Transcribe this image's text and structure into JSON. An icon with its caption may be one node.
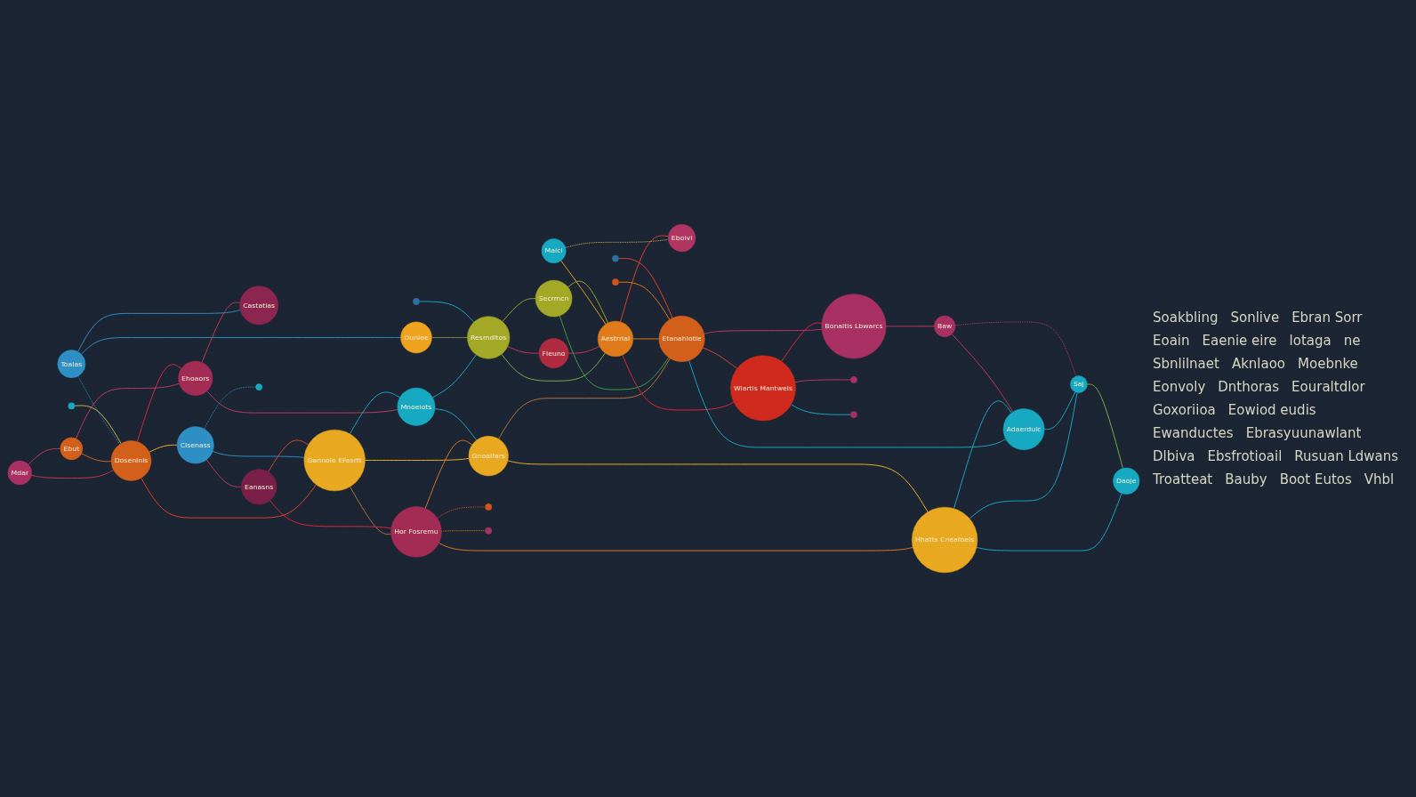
{
  "diagram": {
    "nodes": [
      {
        "text": [
          "Ebut"
        ]
      },
      {
        "text": [
          "Toalas"
        ]
      },
      {
        "text": [
          "Ouniee"
        ]
      },
      {
        "text": [
          "Maici"
        ]
      },
      {
        "text": [
          "Fleuno"
        ]
      },
      {
        "text": [
          "Resmdltos"
        ]
      },
      {
        "text": [
          "Castatias"
        ]
      },
      {
        "text": [
          "Ebolvi"
        ]
      },
      {
        "text": [
          "Dosenlnis"
        ]
      },
      {
        "text": [
          "Ehoaors"
        ]
      },
      {
        "text": [
          "Mnoeiots"
        ]
      },
      {
        "text": [
          "Secrmcn"
        ]
      },
      {
        "text": [
          "Aestrrial"
        ]
      },
      {
        "text": [
          "Gannolo EFasrtt"
        ]
      },
      {
        "text": [
          "Cisenass"
        ]
      },
      {
        "text": [
          "Gnoalfars"
        ]
      },
      {
        "text": [
          "Etanahiotie"
        ]
      },
      {
        "text": [
          "Wiartis Mantwels"
        ]
      },
      {
        "text": [
          "Eanasns"
        ]
      },
      {
        "text": [
          "Hor Fosremu"
        ]
      },
      {
        "text": [
          "Hhatts Cneafoeis"
        ]
      },
      {
        "text": [
          "Adaerdulc"
        ]
      },
      {
        "text": [
          "Bonaitis Lbwarcs"
        ]
      },
      {
        "text": [
          "Saj"
        ]
      },
      {
        "text": [
          "Baw"
        ]
      },
      {
        "text": [
          "Daoje"
        ]
      },
      {
        "text": [
          "Mdar"
        ]
      },
      {
        "text": [],
        "shape": "circle"
      },
      {
        "text": [],
        "shape": "circle"
      },
      {
        "text": [],
        "shape": "circle"
      },
      {
        "text": [],
        "shape": "circle"
      },
      {
        "text": [],
        "shape": "circle"
      },
      {
        "text": [],
        "shape": "circle"
      },
      {
        "text": [],
        "shape": "circle"
      },
      {
        "text": [],
        "shape": "circle"
      },
      {
        "text": [],
        "shape": "circle"
      }
    ],
    "edges": [
      {
        "from": 26,
        "to": 0,
        "arrow": "none",
        "color": "#c0395e"
      },
      {
        "from": 26,
        "to": 8,
        "arrow": "none",
        "color": "#c0395e"
      },
      {
        "from": 0,
        "to": 8,
        "arrow": "none",
        "color": "#d2661a"
      },
      {
        "from": 0,
        "to": 9,
        "arrow": "none",
        "color": "#c0395e"
      },
      {
        "from": 1,
        "to": 8,
        "arrow": "none",
        "style": "dashed",
        "color": "#2e8fc4"
      },
      {
        "from": 1,
        "to": 6,
        "arrow": "none",
        "color": "#2e8fc4"
      },
      {
        "from": 1,
        "to": 2,
        "arrow": "none",
        "color": "#2e8fc4"
      },
      {
        "from": 29,
        "to": 8,
        "arrow": "none",
        "color": "#d8b34a"
      },
      {
        "from": 8,
        "to": 9,
        "arrow": "none",
        "color": "#e0253a"
      },
      {
        "from": 8,
        "to": 13,
        "arrow": "none",
        "color": "#e0452a"
      },
      {
        "from": 8,
        "to": 14,
        "arrow": "none",
        "color": "#f0b020"
      },
      {
        "from": 9,
        "to": 6,
        "arrow": "none",
        "color": "#c0395e"
      },
      {
        "from": 9,
        "to": 10,
        "arrow": "none",
        "color": "#c0395e"
      },
      {
        "from": 14,
        "to": 13,
        "arrow": "none",
        "color": "#2e8fc4"
      },
      {
        "from": 14,
        "to": 18,
        "arrow": "none",
        "color": "#c0395e"
      },
      {
        "from": 14,
        "to": 31,
        "arrow": "none",
        "style": "dashed",
        "color": "#2e8fc4"
      },
      {
        "from": 13,
        "to": 10,
        "arrow": "none",
        "color": "#1aa7c4"
      },
      {
        "from": 13,
        "to": 15,
        "arrow": "none",
        "color": "#f0b020"
      },
      {
        "from": 13,
        "to": 19,
        "arrow": "none",
        "color": "#b8743a"
      },
      {
        "from": 18,
        "to": 13,
        "arrow": "none",
        "color": "#e0452a"
      },
      {
        "from": 18,
        "to": 19,
        "arrow": "none",
        "color": "#e0253a"
      },
      {
        "from": 19,
        "to": 15,
        "arrow": "none",
        "color": "#e07a1a"
      },
      {
        "from": 19,
        "to": 20,
        "arrow": "none",
        "color": "#e07a1a"
      },
      {
        "from": 19,
        "to": 32,
        "arrow": "none",
        "style": "dashed",
        "color": "#e0452a"
      },
      {
        "from": 19,
        "to": 33,
        "arrow": "none",
        "style": "dashed",
        "color": "#e07a1a"
      },
      {
        "from": 10,
        "to": 5,
        "arrow": "none",
        "color": "#1aa7c4"
      },
      {
        "from": 10,
        "to": 15,
        "arrow": "none",
        "color": "#1aa7c4"
      },
      {
        "from": 15,
        "to": 20,
        "arrow": "none",
        "color": "#f0b020"
      },
      {
        "from": 15,
        "to": 16,
        "arrow": "none",
        "color": "#b8743a"
      },
      {
        "from": 2,
        "to": 5,
        "arrow": "none",
        "color": "#8a8a3a"
      },
      {
        "from": 30,
        "to": 5,
        "arrow": "none",
        "color": "#1aa7c4"
      },
      {
        "from": 5,
        "to": 4,
        "arrow": "none",
        "color": "#c0395e"
      },
      {
        "from": 5,
        "to": 11,
        "arrow": "none",
        "color": "#9aa62a"
      },
      {
        "from": 5,
        "to": 12,
        "arrow": "none",
        "color": "#7ab04a"
      },
      {
        "from": 4,
        "to": 12,
        "arrow": "none",
        "color": "#c0395e"
      },
      {
        "from": 3,
        "to": 12,
        "arrow": "none",
        "color": "#f0a020"
      },
      {
        "from": 3,
        "to": 7,
        "arrow": "none",
        "style": "dashed",
        "color": "#d8b34a"
      },
      {
        "from": 11,
        "to": 16,
        "arrow": "none",
        "color": "#3aa04a"
      },
      {
        "from": 11,
        "to": 12,
        "arrow": "none",
        "color": "#9aa62a"
      },
      {
        "from": 12,
        "to": 16,
        "arrow": "none",
        "color": "#e07a1a"
      },
      {
        "from": 12,
        "to": 7,
        "arrow": "none",
        "color": "#e0452a"
      },
      {
        "from": 12,
        "to": 17,
        "arrow": "none",
        "color": "#e0253a"
      },
      {
        "from": 34,
        "to": 16,
        "arrow": "none",
        "color": "#e07a1a"
      },
      {
        "from": 35,
        "to": 16,
        "arrow": "none",
        "color": "#e0452a"
      },
      {
        "from": 16,
        "to": 17,
        "arrow": "none",
        "color": "#e0452a"
      },
      {
        "from": 16,
        "to": 21,
        "arrow": "none",
        "color": "#1aa7c4"
      },
      {
        "from": 16,
        "to": 22,
        "arrow": "none",
        "color": "#c0395e"
      },
      {
        "from": 17,
        "to": 22,
        "arrow": "none",
        "color": "#e0253a"
      },
      {
        "from": 17,
        "to": 27,
        "arrow": "none",
        "color": "#c0395e"
      },
      {
        "from": 17,
        "to": 28,
        "arrow": "none",
        "color": "#1aa7c4"
      },
      {
        "from": 20,
        "to": 21,
        "arrow": "none",
        "color": "#1aa7c4"
      },
      {
        "from": 20,
        "to": 23,
        "arrow": "none",
        "color": "#1aa7c4"
      },
      {
        "from": 20,
        "to": 25,
        "arrow": "none",
        "color": "#1aa7c4"
      },
      {
        "from": 21,
        "to": 23,
        "arrow": "none",
        "color": "#1aa7c4"
      },
      {
        "from": 24,
        "to": 21,
        "arrow": "none",
        "color": "#c0395e"
      },
      {
        "from": 22,
        "to": 24,
        "arrow": "none",
        "color": "#c0395e"
      },
      {
        "from": 23,
        "to": 24,
        "arrow": "none",
        "style": "dashed",
        "color": "#c0395e"
      },
      {
        "from": 23,
        "to": 25,
        "arrow": "none",
        "color": "#7ab04a"
      }
    ],
    "labels": [
      "Soakbling",
      "Sonlive",
      "Ebran Sorr",
      "Eoain",
      "Eaenie eire",
      "lotaga",
      "ne",
      "Sbnlilnaet",
      "Aknlaoo",
      "Moebnke",
      "Eonvoly",
      "Dnthoras",
      "Eouraltdlor",
      "Goxoriioa",
      "Eowiod eudis",
      "Ewanductes",
      "Ebrasyuunawlant",
      "Dlbiva",
      "Ebsfrotioail",
      "Rusuan Ldwans",
      "Troatteat",
      "Bauby",
      "Boot Eutos",
      "Vhbl"
    ]
  }
}
